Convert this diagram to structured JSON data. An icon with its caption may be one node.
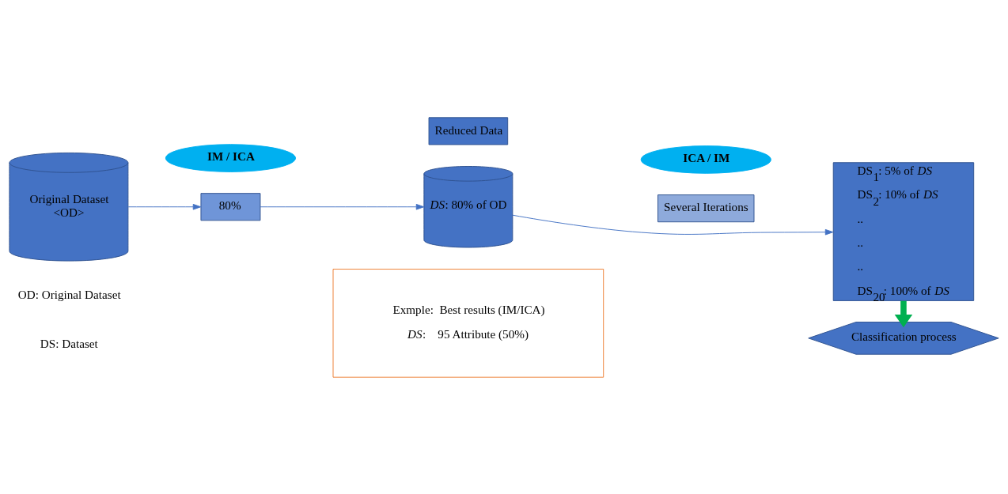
{
  "diagram": {
    "nodes": [
      {
        "text": [
          "Original Dataset",
          "<OD>"
        ]
      },
      {
        "text": [
          "IM / ICA"
        ]
      },
      {
        "text": [
          "80%"
        ]
      },
      {
        "text": [
          "Reduced Data"
        ]
      },
      {
        "text": [
          "*DS*: 80% of OD"
        ]
      },
      {
        "text": [
          "ICA / IM"
        ]
      },
      {
        "text": [
          "Several Iterations"
        ]
      },
      {
        "text": [
          "DS$_{1}$: 5% of *DS*",
          "DS$_{2}$: 10% of *DS*",
          "..",
          "..",
          "..",
          "DS$_{20}$: 100% of *DS*"
        ]
      },
      {
        "text": [
          "Exmple:  Best results (IM/ICA)",
          "*DS*:    95 Attribute (50%)"
        ]
      },
      {
        "text": [
          "Classification process"
        ]
      }
    ],
    "edges": [
      {
        "from": 0,
        "to": 2,
        "arrow": "to"
      },
      {
        "from": 2,
        "to": 4,
        "arrow": "to"
      },
      {
        "from": 4,
        "to": 7,
        "arrow": "to"
      },
      {
        "from": 7,
        "to": 9,
        "arrow": "to",
        "style": "thick",
        "color": "#00b050"
      }
    ],
    "labels": [
      "OD: Original Dataset",
      "DS: Dataset"
    ]
  }
}
